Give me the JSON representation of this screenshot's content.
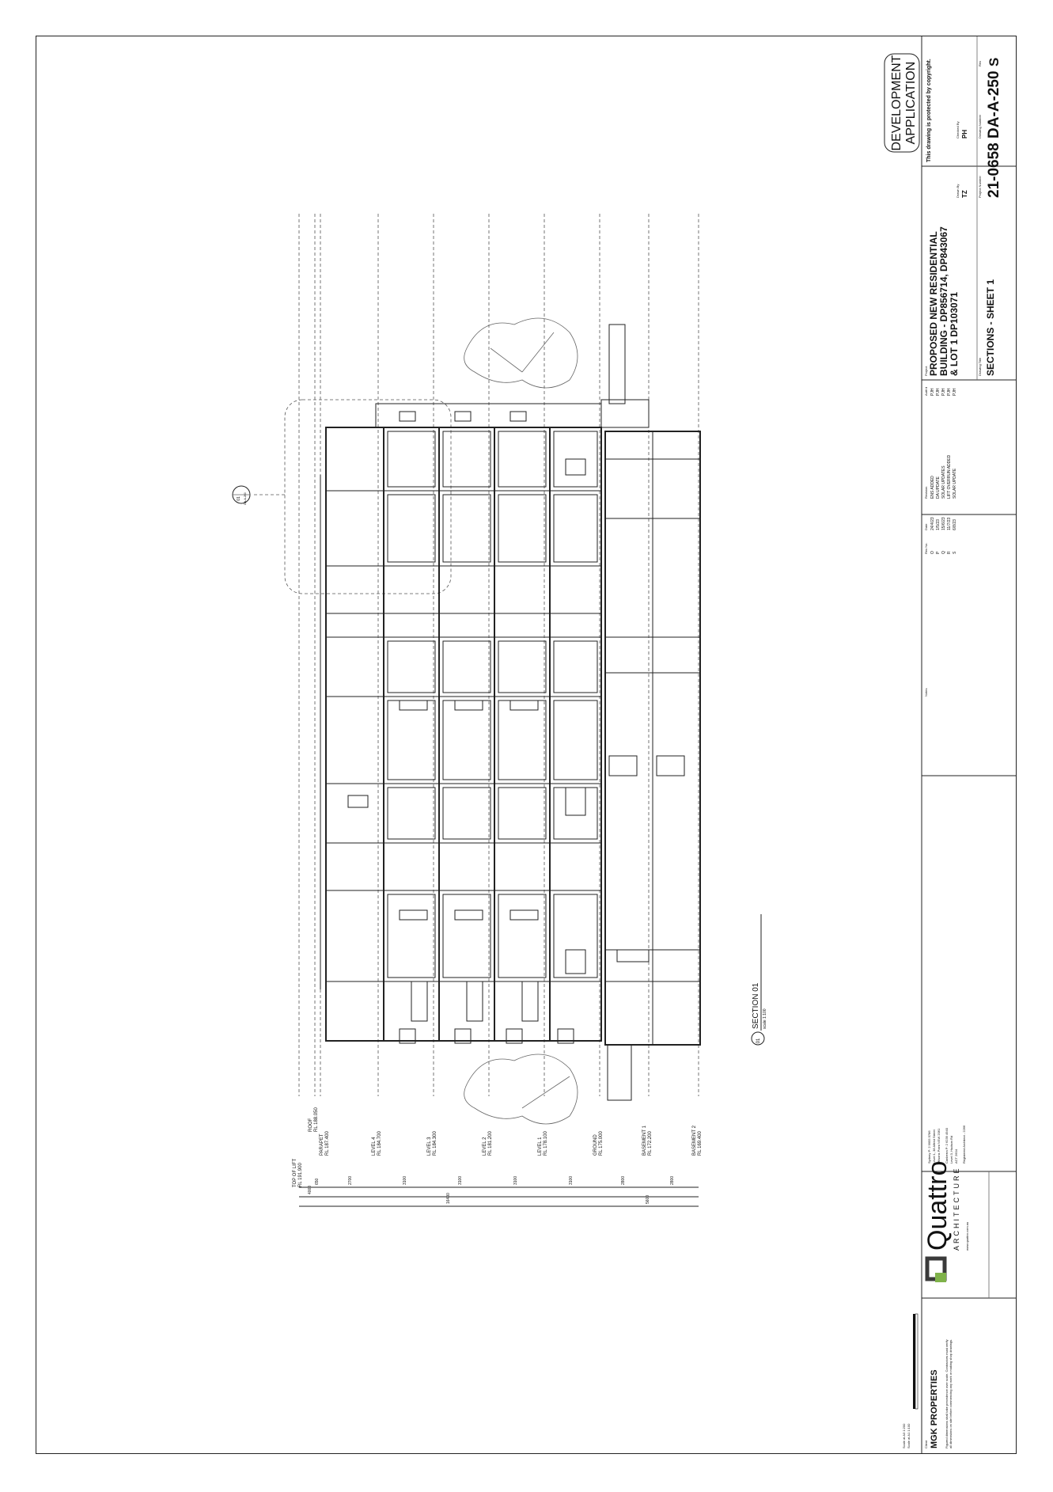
{
  "stamp": {
    "line1": "DEVELOPMENT",
    "line2": "APPLICATION",
    "copyright": "This drawing is protected by copyright."
  },
  "title_block": {
    "project_label": "Project",
    "project_line1": "PROPOSED NEW RESIDENTIAL",
    "project_line2": "BUILDING - DP856714, DP843067",
    "project_line3": "& LOT 1 DP103071",
    "drawing_title_label": "Drawing Title",
    "drawing_title": "SECTIONS - SHEET 1",
    "drawn_by_label": "Drawn By",
    "drawn_by": "TZ",
    "checked_by_label": "Checked By",
    "checked_by": "PH",
    "project_number_label": "Project Number",
    "project_number": "21-0658",
    "drawing_number_label": "Drawing Number",
    "drawing_number": "DA-A-250",
    "rev_label": "Rev",
    "rev": "S",
    "notes_label": "Notes",
    "client_label": "Client",
    "client": "MGK PROPERTIES",
    "scale_a1": "Scale at A1 1:100",
    "scale_a3": "Scale at A3 1:200",
    "disclaimer_line1": "Figured dimensions shall take precedence over scale. Contractors must verify",
    "disclaimer_line2": "all dimensions on site before commencing any work or making shop drawings."
  },
  "revisions": {
    "headers": [
      "Rev No.",
      "Date",
      "Revision",
      "Auth'd"
    ],
    "rows": [
      [
        "O",
        "24/4/23",
        "ENS ADDED",
        "PJH"
      ],
      [
        "P",
        "1/5/23",
        "DA UPDATE",
        "PJH"
      ],
      [
        "Q",
        "15/6/23",
        "SOLAR UPDATES",
        "PJH"
      ],
      [
        "R",
        "11/7/23",
        "LIFT OVERRUN ADDED",
        "PJH"
      ],
      [
        "S",
        "6/8/23",
        "SOLAR UPDATE",
        "PJH"
      ]
    ]
  },
  "logo": {
    "name": "Quattro",
    "subtitle": "ARCHITECTURE",
    "web": "www.quattro.com.au",
    "office1_line1": "Sydney P: 2 9955 5786",
    "office1_line2": "Level 1, 38 Alfred Street",
    "office1_line3": "Milsons Point NSW 2061",
    "office2_line1": "Canberra P: 2 6239 4940",
    "office2_line2": "Level 3, Hudson Rd",
    "office2_line3": "ACT 2604",
    "registration": "Registered Architect - 2266"
  },
  "section": {
    "number": "01",
    "title": "SECTION 01",
    "scale": "scale 1:100",
    "callout_number": "01",
    "callout_ref": "DA-A-260"
  },
  "levels": [
    {
      "name": "TOP OF LIFT",
      "rl": "RL 191.900"
    },
    {
      "name": "ROOF",
      "rl": "RL 188.050"
    },
    {
      "name": "PARAPET",
      "rl": "RL 187.400"
    },
    {
      "name": "LEVEL 4",
      "rl": "RL 184.700"
    },
    {
      "name": "LEVEL 3",
      "rl": "RL 184.300"
    },
    {
      "name": "LEVEL 2",
      "rl": "RL 181.200"
    },
    {
      "name": "LEVEL 1",
      "rl": "RL 178.100"
    },
    {
      "name": "GROUND",
      "rl": "RL 175.000"
    },
    {
      "name": "BASEMENT 1",
      "rl": "RL 172.200"
    },
    {
      "name": "BASEMENT 2",
      "rl": "RL 169.400"
    }
  ],
  "dimensions": {
    "overall_above": "16400",
    "overall_below": "5600",
    "top": "4000",
    "segments": [
      "650",
      "2700",
      "3100",
      "3100",
      "3100",
      "3100",
      "2800",
      "2800"
    ]
  }
}
